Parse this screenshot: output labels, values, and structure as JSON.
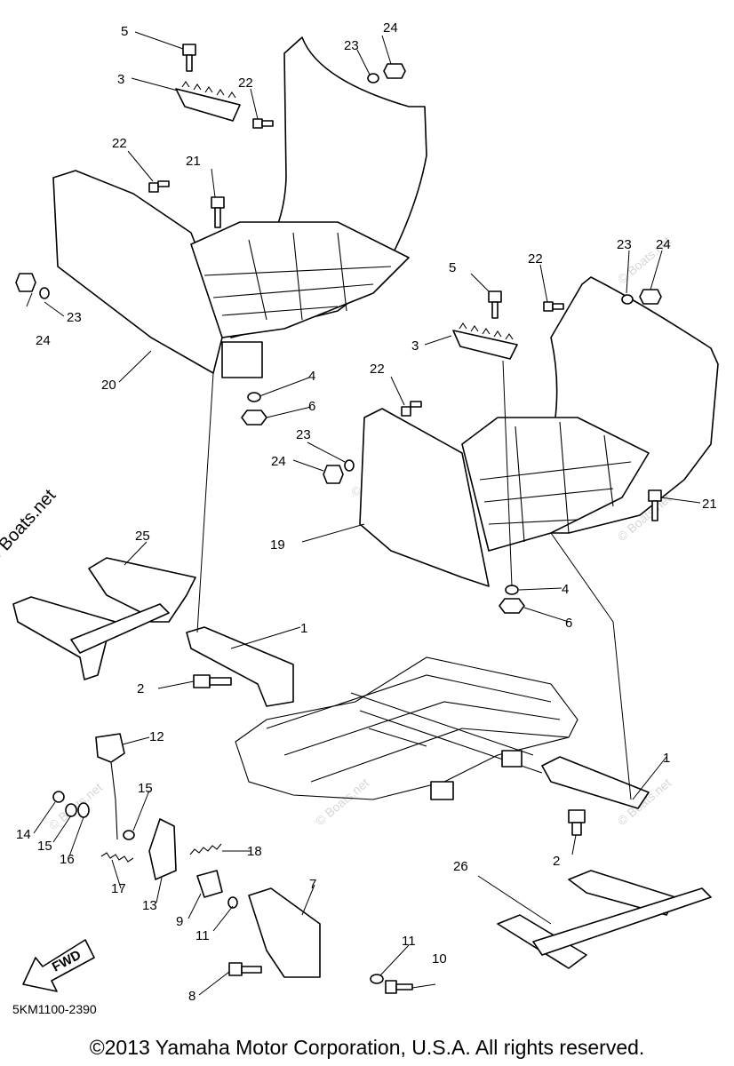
{
  "diagram": {
    "drawing_code": "5KM1100-2390",
    "copyright": "©2013 Yamaha Motor Corporation, U.S.A. All rights reserved.",
    "side_watermark": "© Boats.net",
    "tile_watermark": "© Boats.net",
    "fwd_label": "FWD",
    "callouts": [
      "5",
      "24",
      "23",
      "3",
      "22",
      "22",
      "21",
      "24",
      "23",
      "20",
      "4",
      "6",
      "5",
      "22",
      "23",
      "24",
      "3",
      "22",
      "23",
      "24",
      "19",
      "21",
      "4",
      "6",
      "25",
      "1",
      "2",
      "12",
      "15",
      "14",
      "15",
      "16",
      "17",
      "18",
      "13",
      "9",
      "11",
      "7",
      "11",
      "10",
      "8",
      "1",
      "2",
      "26"
    ]
  }
}
